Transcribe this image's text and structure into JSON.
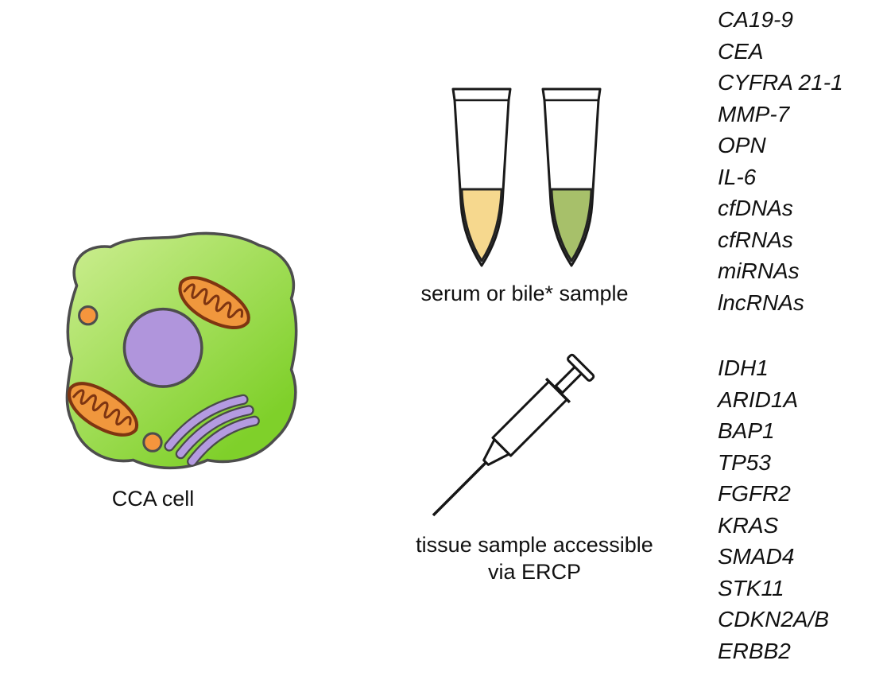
{
  "figure": {
    "cell": {
      "label": "CCA cell"
    },
    "samples": {
      "serum_label": "serum or bile* sample",
      "tissue_label_line1": "tissue sample accessible",
      "tissue_label_line2": "via ERCP"
    },
    "fluid_markers": [
      "CA19-9",
      "CEA",
      "CYFRA 21-1",
      "MMP-7",
      "OPN",
      "IL-6",
      "cfDNAs",
      "cfRNAs",
      "miRNAs",
      "lncRNAs"
    ],
    "tissue_markers": [
      "IDH1",
      "ARID1A",
      "BAP1",
      "TP53",
      "FGFR2",
      "KRAS",
      "SMAD4",
      "STK11",
      "CDKN2A/B",
      "ERBB2"
    ]
  },
  "colors": {
    "cell_light": "#cdee92",
    "cell_main": "#7fd02a",
    "nucleus": "#b095dc",
    "mitochondrion_fill": "#f0973d",
    "mitochondrion_outline": "#7e3511",
    "golgi": "#b49be0",
    "vesicle": "#f5953d",
    "serum_liquid": "#f6d88e",
    "bile_liquid": "#a7c06a"
  }
}
